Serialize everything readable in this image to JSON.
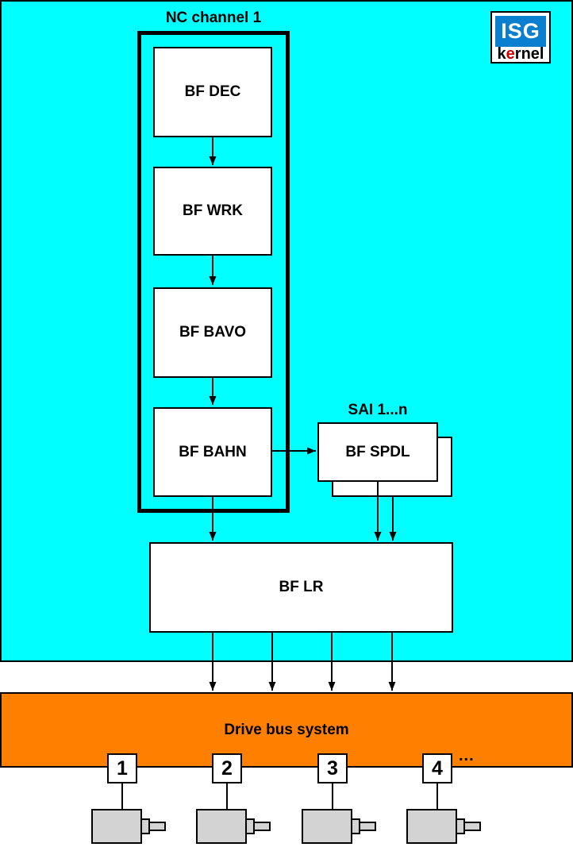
{
  "nc_channel": {
    "title": "NC channel 1",
    "blocks": [
      "BF DEC",
      "BF WRK",
      "BF BAVO",
      "BF BAHN"
    ]
  },
  "sai": {
    "label": "SAI 1...n",
    "block_label": "BF SPDL"
  },
  "position_controller": {
    "label": "BF LR"
  },
  "drive_bus": {
    "label": "Drive bus system",
    "drive_ids": [
      "1",
      "2",
      "3",
      "4"
    ],
    "ellipsis": "..."
  },
  "logo": {
    "isg": "ISG",
    "kernel_k": "k",
    "kernel_e": "e",
    "kernel_rest": "rnel"
  },
  "colors": {
    "region_background": "#00ffff",
    "bus_background": "#ff8000",
    "motor_fill": "#d3d3d3",
    "logo_blue": "#0a7fd0",
    "logo_red": "#cc0000"
  }
}
